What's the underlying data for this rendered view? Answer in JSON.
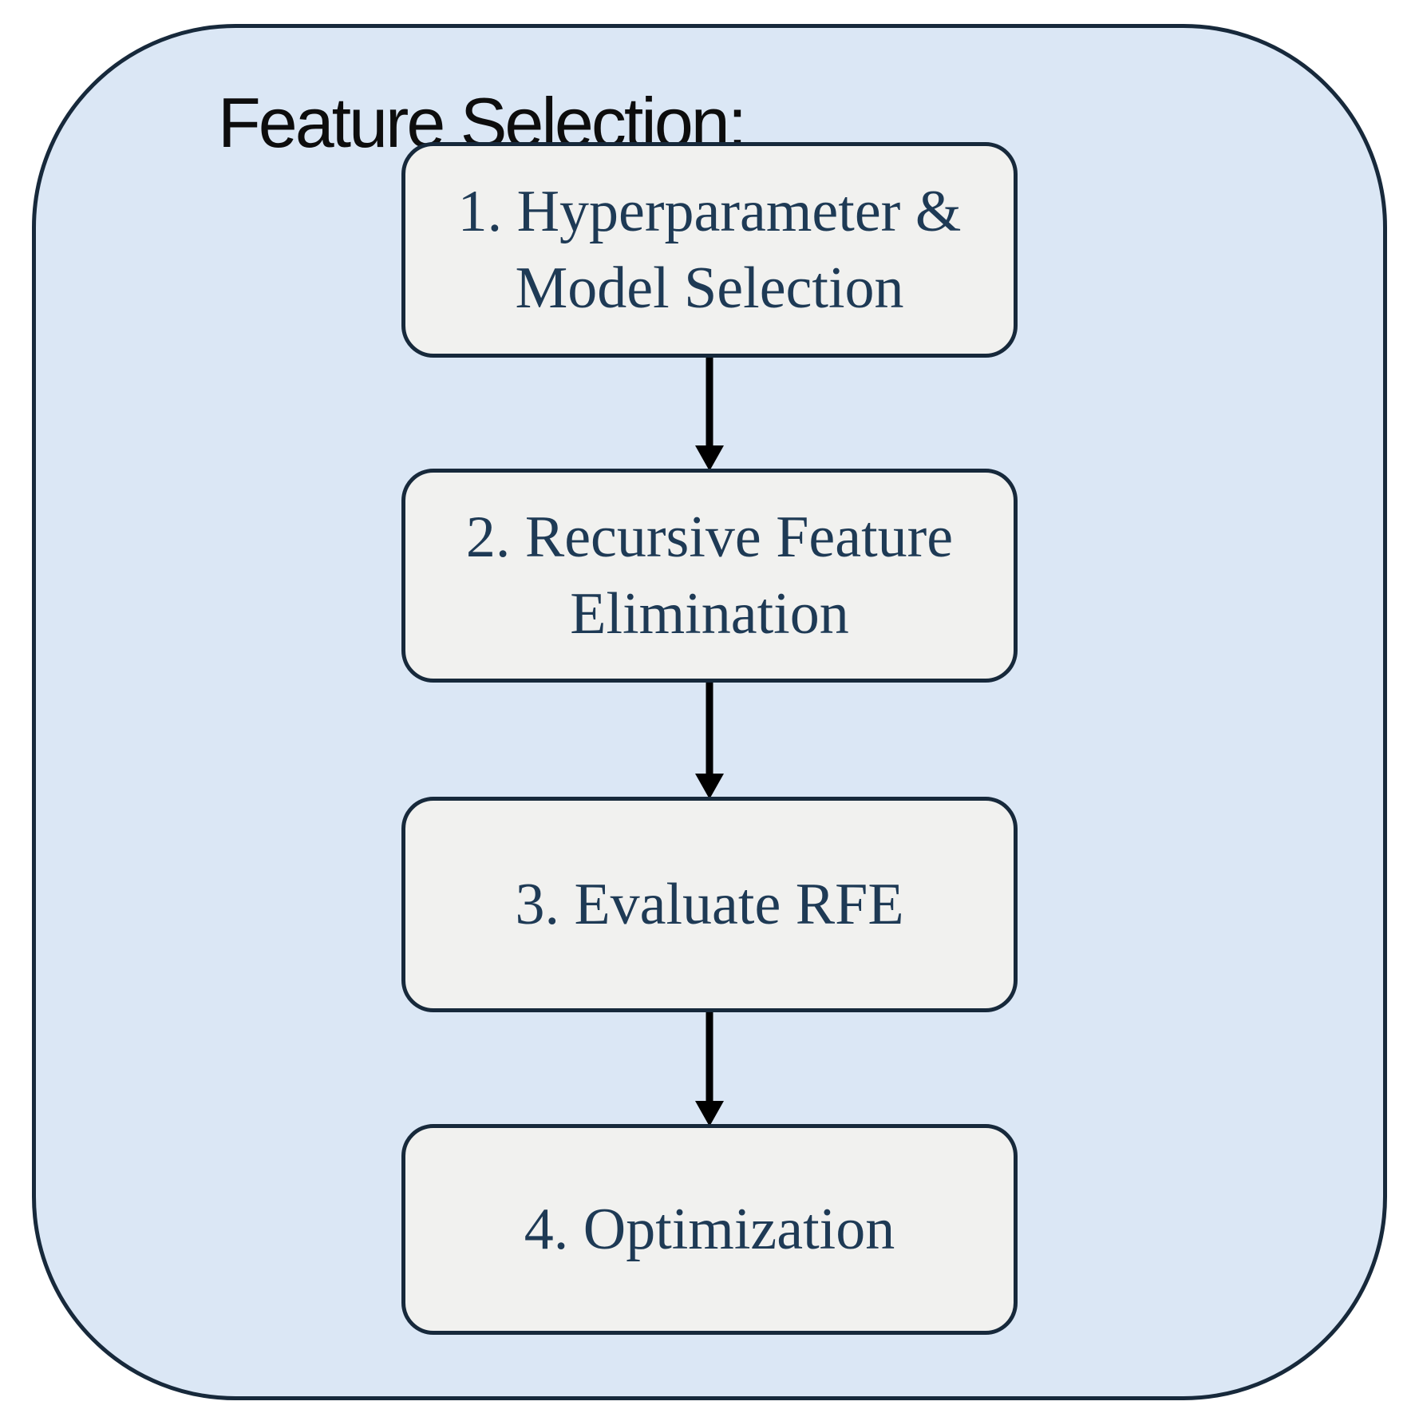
{
  "diagram": {
    "title": "Feature Selection:",
    "steps": [
      {
        "id": 1,
        "label": "1. Hyperparameter & Model Selection"
      },
      {
        "id": 2,
        "label": "2. Recursive Feature Elimination"
      },
      {
        "id": 3,
        "label": "3. Evaluate RFE"
      },
      {
        "id": 4,
        "label": "4. Optimization"
      }
    ],
    "arrows": [
      {
        "from": 1,
        "to": 2
      },
      {
        "from": 2,
        "to": 3
      },
      {
        "from": 3,
        "to": 4
      }
    ],
    "colors": {
      "page_background": "#ffffff",
      "container_fill": "#dbe7f5",
      "container_border": "#17293b",
      "box_fill": "#f1f1ef",
      "box_border": "#17293b",
      "box_text": "#1e3a55",
      "title_text": "#0d0d0d",
      "arrow": "#000000"
    }
  }
}
